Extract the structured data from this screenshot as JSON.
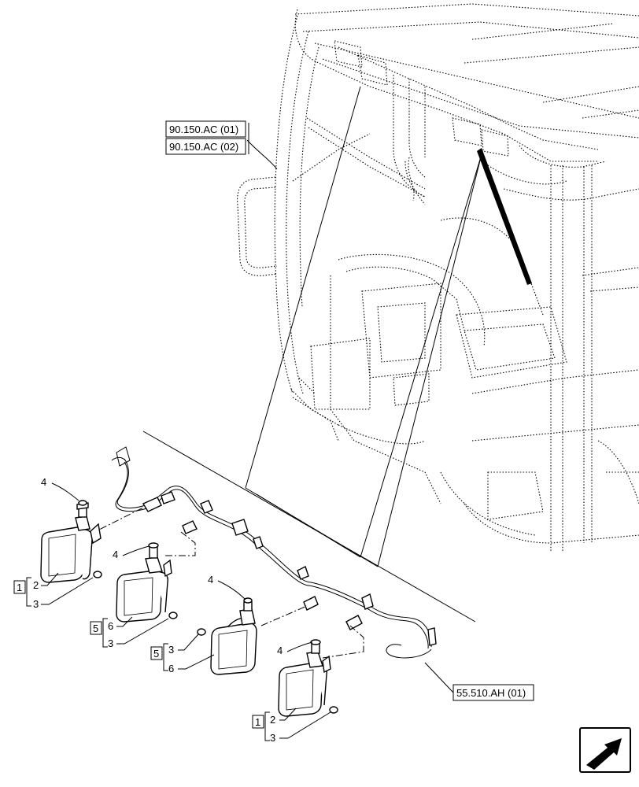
{
  "references": {
    "ac01": "90.150.AC (01)",
    "ac02": "90.150.AC (02)",
    "ah01": "55.510.AH (01)"
  },
  "callouts": {
    "a": {
      "box": "1",
      "top": "2",
      "bottom": "3"
    },
    "b": {
      "box": "5",
      "top": "6",
      "bottom": "3"
    },
    "c": {
      "box": "5",
      "top": "3",
      "bottom": "6"
    },
    "d": {
      "box": "1",
      "top": "2",
      "bottom": "3"
    }
  },
  "items": {
    "n4a": "4",
    "n4b": "4",
    "n4c": "4",
    "n4d": "4"
  },
  "icons": {
    "nav": "next-page-arrow-icon"
  }
}
